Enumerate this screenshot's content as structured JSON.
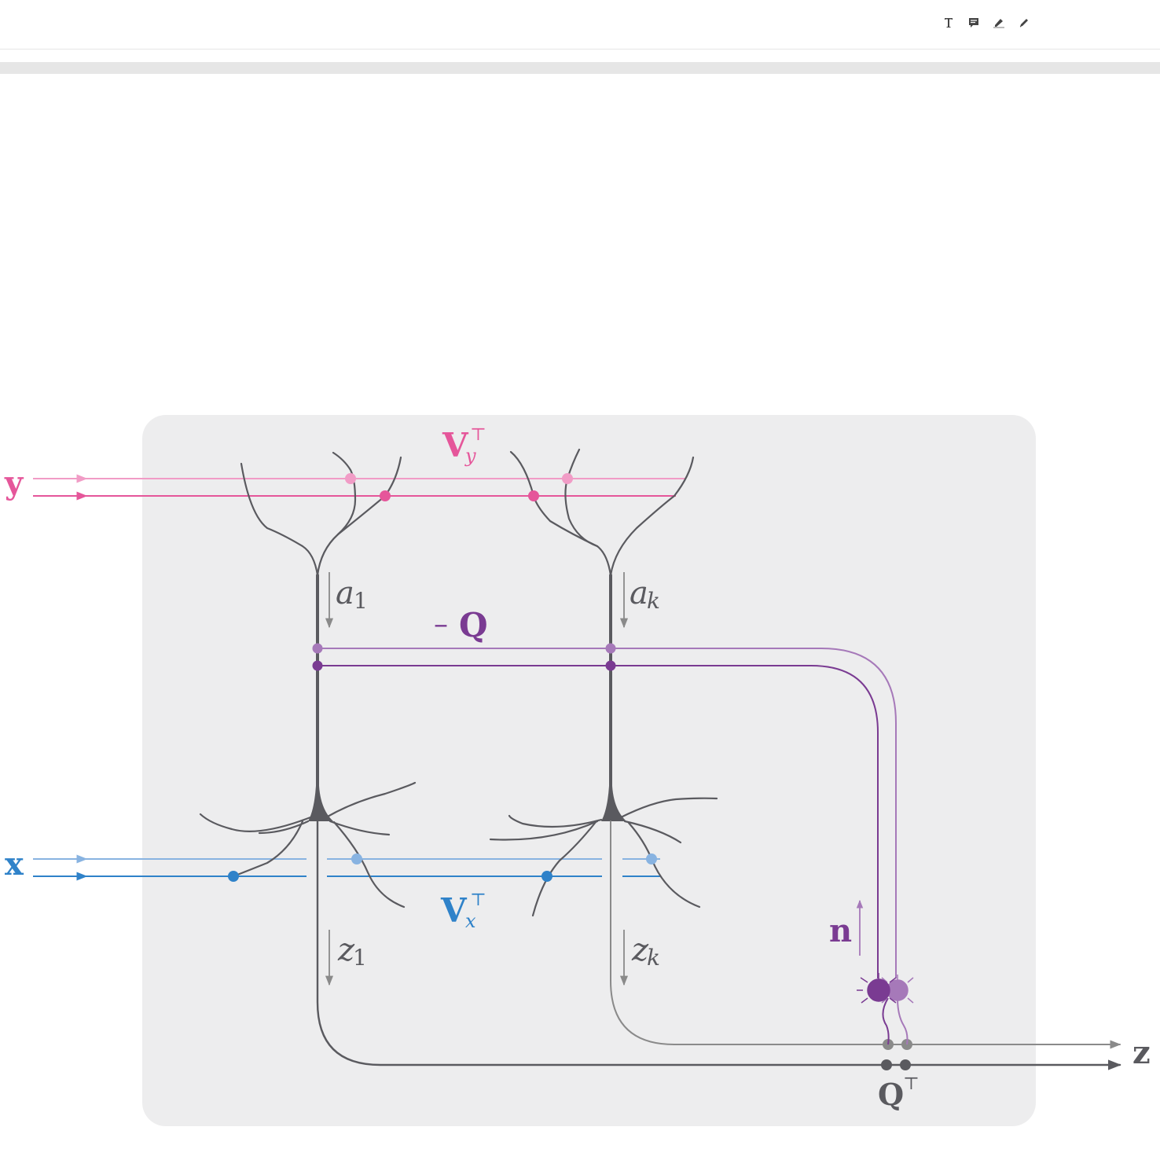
{
  "toolbar": {
    "tools": [
      {
        "name": "text-tool-icon",
        "glyph": "T"
      },
      {
        "name": "comment-tool-icon",
        "glyph": "comment"
      },
      {
        "name": "highlight-tool-icon",
        "glyph": "highlighter"
      },
      {
        "name": "pen-tool-icon",
        "glyph": "pencil"
      }
    ]
  },
  "labels": {
    "y": "y",
    "x": "x",
    "z": "z",
    "vy_main": "V",
    "vy_sub": "y",
    "vy_sup": "⊤",
    "vx_main": "V",
    "vx_sub": "x",
    "vx_sup": "⊤",
    "negq_minus": "–",
    "negq_main": "Q",
    "qt_main": "Q",
    "qt_sup": "⊤",
    "n": "n",
    "a1_main": "a",
    "a1_sub": "1",
    "ak_main": "a",
    "ak_sub": "k",
    "z1_main": "z",
    "z1_sub": "1",
    "zk_main": "z",
    "zk_sub": "k"
  },
  "colors": {
    "pink_light": "#f19cc6",
    "pink_dark": "#e5569a",
    "blue_light": "#88b3e1",
    "blue_dark": "#2f82c9",
    "purple_light": "#a679b9",
    "purple_dark": "#7a3b92",
    "gray_dark": "#5a5a5f",
    "gray_mid": "#8a8a8a",
    "panel_bg": "#ededee"
  }
}
